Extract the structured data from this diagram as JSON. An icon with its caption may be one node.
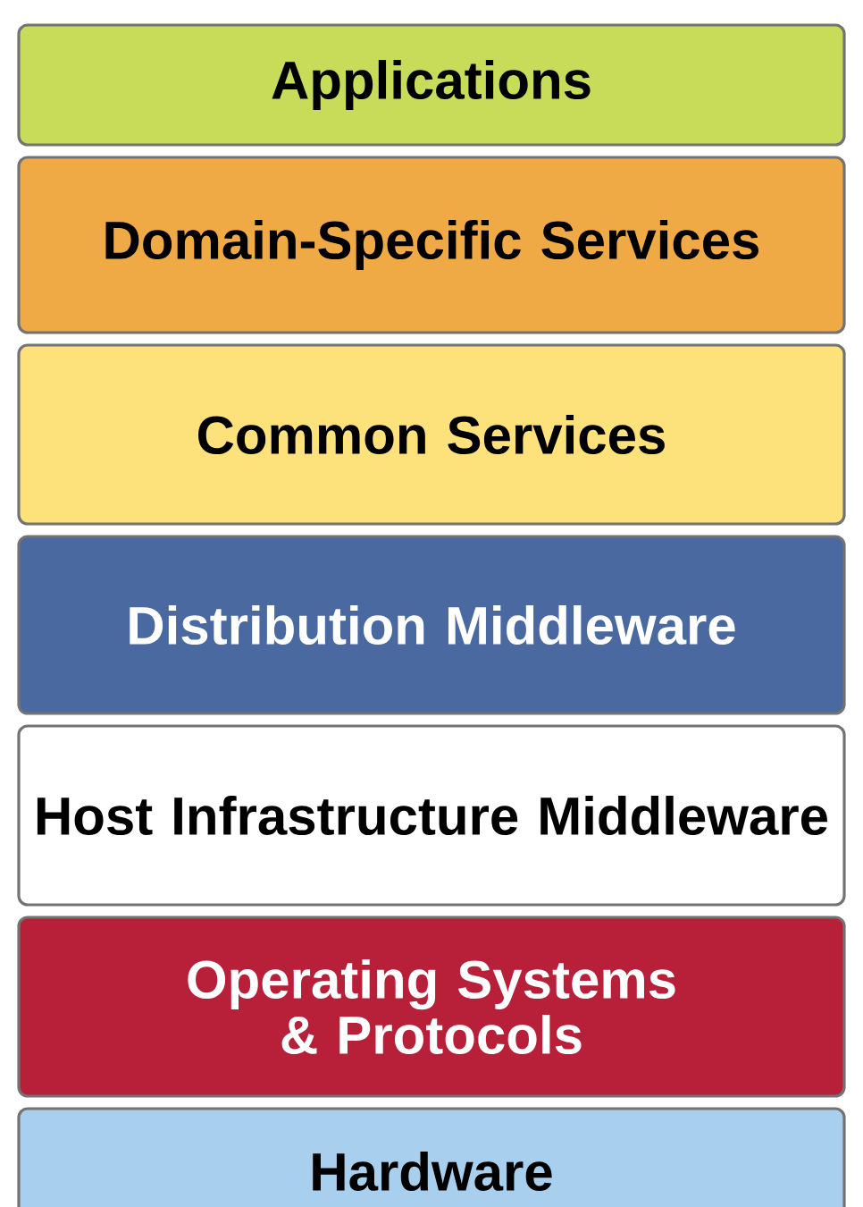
{
  "diagram": {
    "nodes": [
      {
        "text": [
          "Applications"
        ]
      },
      {
        "text": [
          "Domain-Specific Services"
        ]
      },
      {
        "text": [
          "Common Services"
        ]
      },
      {
        "text": [
          "Distribution Middleware"
        ]
      },
      {
        "text": [
          "Host Infrastructure Middleware"
        ]
      },
      {
        "text": [
          "Operating Systems & Protocols"
        ]
      },
      {
        "text": [
          "Hardware"
        ]
      }
    ]
  }
}
